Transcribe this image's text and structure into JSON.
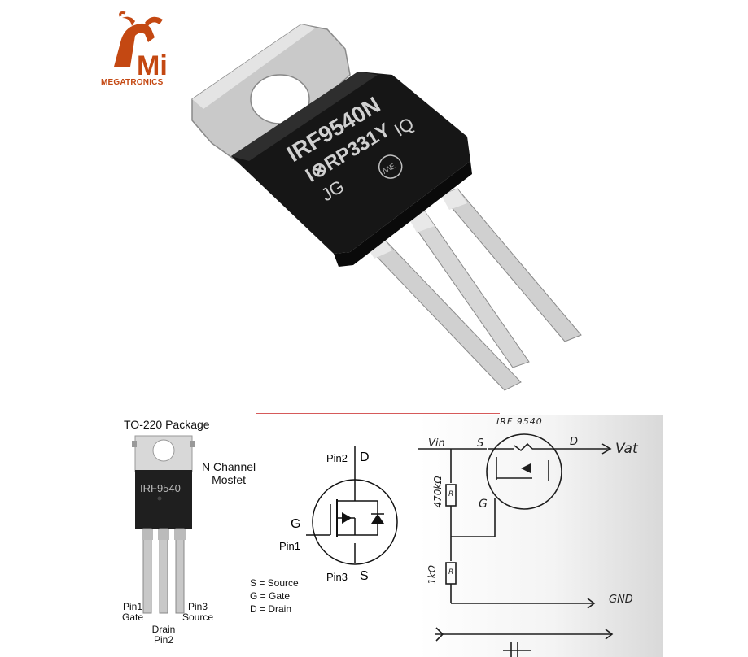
{
  "logo": {
    "brand": "MEGATRONICS",
    "monogram": "Mi"
  },
  "photo": {
    "marking_line1": "IRF9540N",
    "marking_line2": "I⊗RP331Y",
    "marking_line3": "JG",
    "marking_line4": "IQ",
    "badge": "/\\/\\E"
  },
  "package": {
    "title": "TO-220 Package",
    "chip_label": "IRF9540",
    "type_line1": "N Channel",
    "type_line2": "Mosfet",
    "pin1_label": "Pin1",
    "pin1_name": "Gate",
    "pin2_label": "Drain",
    "pin2_name": "Pin2",
    "pin3_label": "Pin3",
    "pin3_name": "Source"
  },
  "symbol": {
    "pin2": "Pin2",
    "d": "D",
    "g": "G",
    "pin1": "Pin1",
    "pin3": "Pin3",
    "s": "S"
  },
  "legend": {
    "s": "S = Source",
    "g": "G = Gate",
    "d": "D = Drain"
  },
  "sketch": {
    "title": "IRF 9540",
    "vin": "Vin",
    "s": "S",
    "d": "D",
    "vout": "Vat",
    "g": "G",
    "r1": "470kΩ",
    "r2": "1kΩ",
    "r_mark": "R",
    "gnd": "GND"
  }
}
